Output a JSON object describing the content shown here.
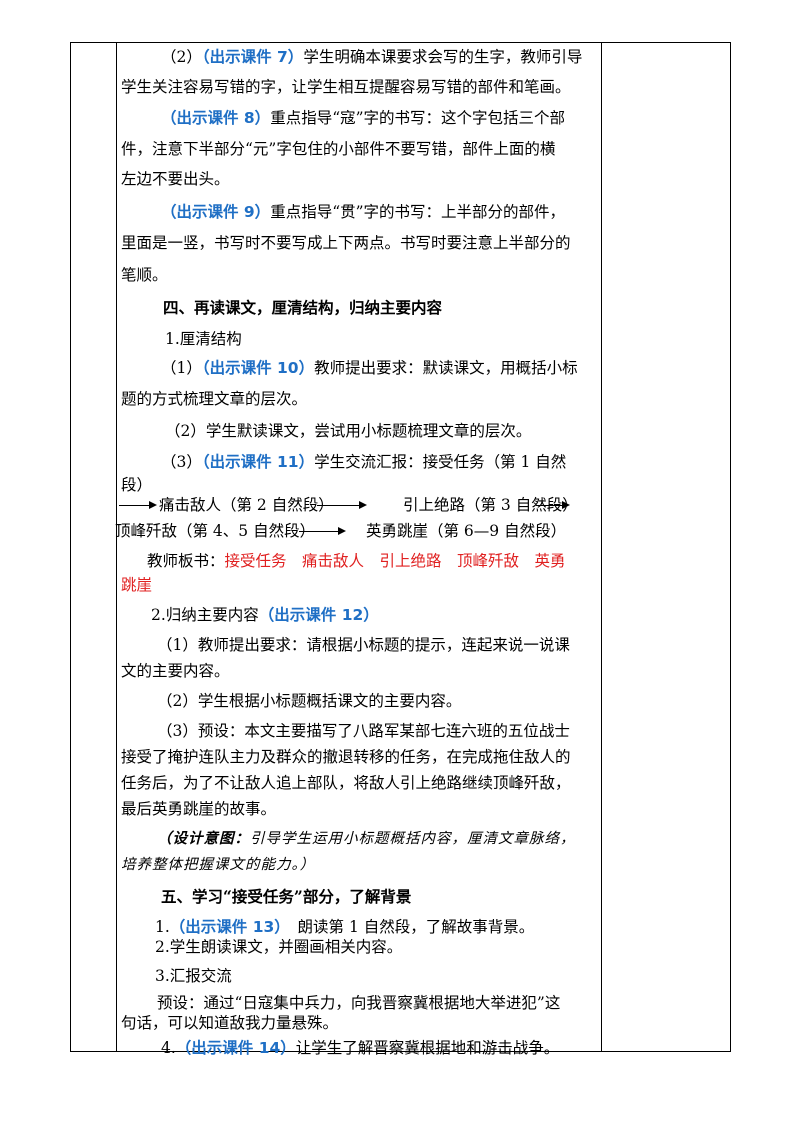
{
  "lines": {
    "l1a": "（2）",
    "l1b": "（出示课件 7）",
    "l1c": "学生明确本课要求会写的生字，教师引导",
    "l2": "学生关注容易写错的字，让学生相互提醒容易写错的部件和笔画。",
    "l3a": "（出示课件 8）",
    "l3b": "重点指导“寇”字的书写：这个字包括三个部",
    "l4": "件，注意下半部分“元”字包住的小部件不要写错，部件上面的横",
    "l5": "左边不要出头。",
    "l6a": "（出示课件 9）",
    "l6b": "重点指导“贯”字的书写：上半部分的部件，",
    "l7": "里面是一竖，书写时不要写成上下两点。书写时要注意上半部分的",
    "l8": "笔顺。",
    "h4": "四、再读课文，厘清结构，归纳主要内容",
    "s1": "1.厘清结构",
    "l9a": "（1）",
    "l9b": "（出示课件 10）",
    "l9c": "教师提出要求：默读课文，用概括小标",
    "l10": "题的方式梳理文章的层次。",
    "l11": "（2）学生默读课文，尝试用小标题梳理文章的层次。",
    "l12a": "（3）",
    "l12b": "（出示课件 11）",
    "l12c": "学生交流汇报：接受任务（第 1 自然",
    "l13": "段）",
    "f1": "痛击敌人（第 2 自然段）",
    "f2": "引上绝路（第 3 自然段）",
    "f3": "顶峰歼敌（第 4、5 自然段）",
    "f4": "英勇跳崖（第 6—9 自然段）",
    "b1": "教师板书：",
    "b2": "接受任务　痛击敌人　引上绝路　顶峰歼敌　英勇",
    "b3": "跳崖",
    "s2a": "2.归纳主要内容",
    "s2b": "（出示课件 12）",
    "l14": "（1）教师提出要求：请根据小标题的提示，连起来说一说课",
    "l15": "文的主要内容。",
    "l16": "（2）学生根据小标题概括课文的主要内容。",
    "l17": "（3）预设：本文主要描写了八路军某部七连六班的五位战士",
    "l18": "接受了掩护连队主力及群众的撤退转移的任务，在完成拖住敌人的",
    "l19": "任务后，为了不让敌人追上部队，将敌人引上绝路继续顶峰歼敌，",
    "l20": "最后英勇跳崖的故事。",
    "d1a": "（设计意图：",
    "d1b": "引导学生运用小标题概括内容，厘清文章脉络，",
    "d2": "培养整体把握课文的能力。）",
    "h5": "五、学习“接受任务”部分，了解背景",
    "m1a": "1.",
    "m1b": "（出示课件 13）",
    "m1c": "　朗读第 1 自然段，了解故事背景。",
    "m2": "2.学生朗读课文，并圈画相关内容。",
    "m3": "3.汇报交流",
    "m4": "预设：通过“日寇集中兵力，向我晋察冀根据地大举进犯”这",
    "m5": "句话，可以知道敌我力量悬殊。",
    "m6a": "4.",
    "m6b": "（出示课件 14）",
    "m6c": "让学生了解晋察冀根据地和游击战争。"
  },
  "colors": {
    "blue": "#1f6fc5",
    "red": "#e02020"
  }
}
